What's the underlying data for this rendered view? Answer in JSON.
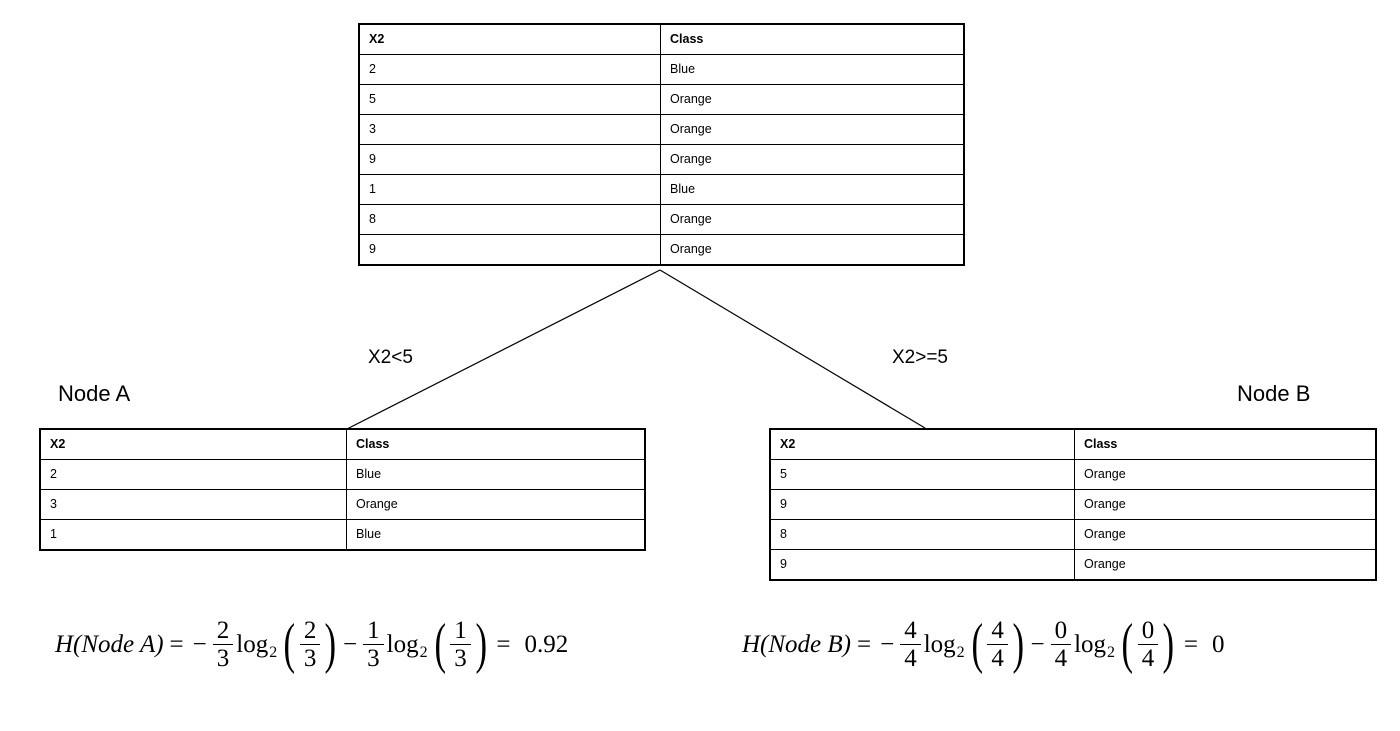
{
  "diagram": {
    "title_absent": true,
    "columns": [
      "X2",
      "Class"
    ],
    "root_table": {
      "name": "root-dataset-table",
      "headers": [
        "X2",
        "Class"
      ],
      "rows": [
        [
          "2",
          "Blue"
        ],
        [
          "5",
          "Orange"
        ],
        [
          "3",
          "Orange"
        ],
        [
          "9",
          "Orange"
        ],
        [
          "1",
          "Blue"
        ],
        [
          "8",
          "Orange"
        ],
        [
          "9",
          "Orange"
        ]
      ]
    },
    "branches": [
      {
        "label": "X2<5",
        "target": "Node A"
      },
      {
        "label": "X2>=5",
        "target": "Node B"
      }
    ],
    "node_a": {
      "caption": "Node A",
      "headers": [
        "X2",
        "Class"
      ],
      "rows": [
        [
          "2",
          "Blue"
        ],
        [
          "3",
          "Orange"
        ],
        [
          "1",
          "Blue"
        ]
      ],
      "entropy": {
        "lhs": "H(Node A)",
        "term1_coeff": {
          "num": "2",
          "den": "3"
        },
        "term1_arg": {
          "num": "2",
          "den": "3"
        },
        "term2_coeff": {
          "num": "1",
          "den": "3"
        },
        "term2_arg": {
          "num": "1",
          "den": "3"
        },
        "log_base": "2",
        "result": "0.92"
      }
    },
    "node_b": {
      "caption": "Node B",
      "headers": [
        "X2",
        "Class"
      ],
      "rows": [
        [
          "5",
          "Orange"
        ],
        [
          "9",
          "Orange"
        ],
        [
          "8",
          "Orange"
        ],
        [
          "9",
          "Orange"
        ]
      ],
      "entropy": {
        "lhs": "H(Node B)",
        "term1_coeff": {
          "num": "4",
          "den": "4"
        },
        "term1_arg": {
          "num": "4",
          "den": "4"
        },
        "term2_coeff": {
          "num": "0",
          "den": "4"
        },
        "term2_arg": {
          "num": "0",
          "den": "4"
        },
        "log_base": "2",
        "result": "0"
      }
    },
    "symbols": {
      "equals": "=",
      "minus": "−",
      "log": "log",
      "paren_open": "(",
      "paren_close": ")"
    },
    "colors": {
      "line": "#000000",
      "text": "#000000",
      "background": "#ffffff"
    }
  }
}
